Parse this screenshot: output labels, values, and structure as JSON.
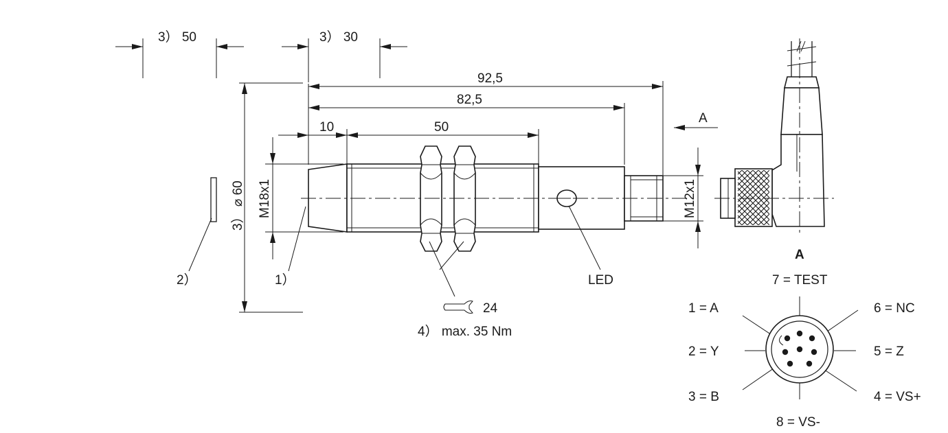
{
  "dimensions": {
    "top_left": "3） 50",
    "top_mid": "3） 30",
    "total_length": "92,5",
    "housing_length": "82,5",
    "front_length": "10",
    "thread_length": "50",
    "thread_main": "M18x1",
    "thread_connector": "M12x1",
    "diameter": "3） ⌀ 60"
  },
  "callouts": {
    "c1": "1）",
    "c2": "2）",
    "led": "LED",
    "wrench_size": "24",
    "torque": "4） max. 35 Nm"
  },
  "view_arrow_label": "A",
  "pinout": {
    "title": "A",
    "pins": {
      "p7": "7 = TEST",
      "p1": "1 = A",
      "p6": "6 = NC",
      "p2": "2 = Y",
      "p5": "5 = Z",
      "p3": "3 = B",
      "p4": "4 = VS+",
      "p8": "8 = VS-"
    }
  }
}
